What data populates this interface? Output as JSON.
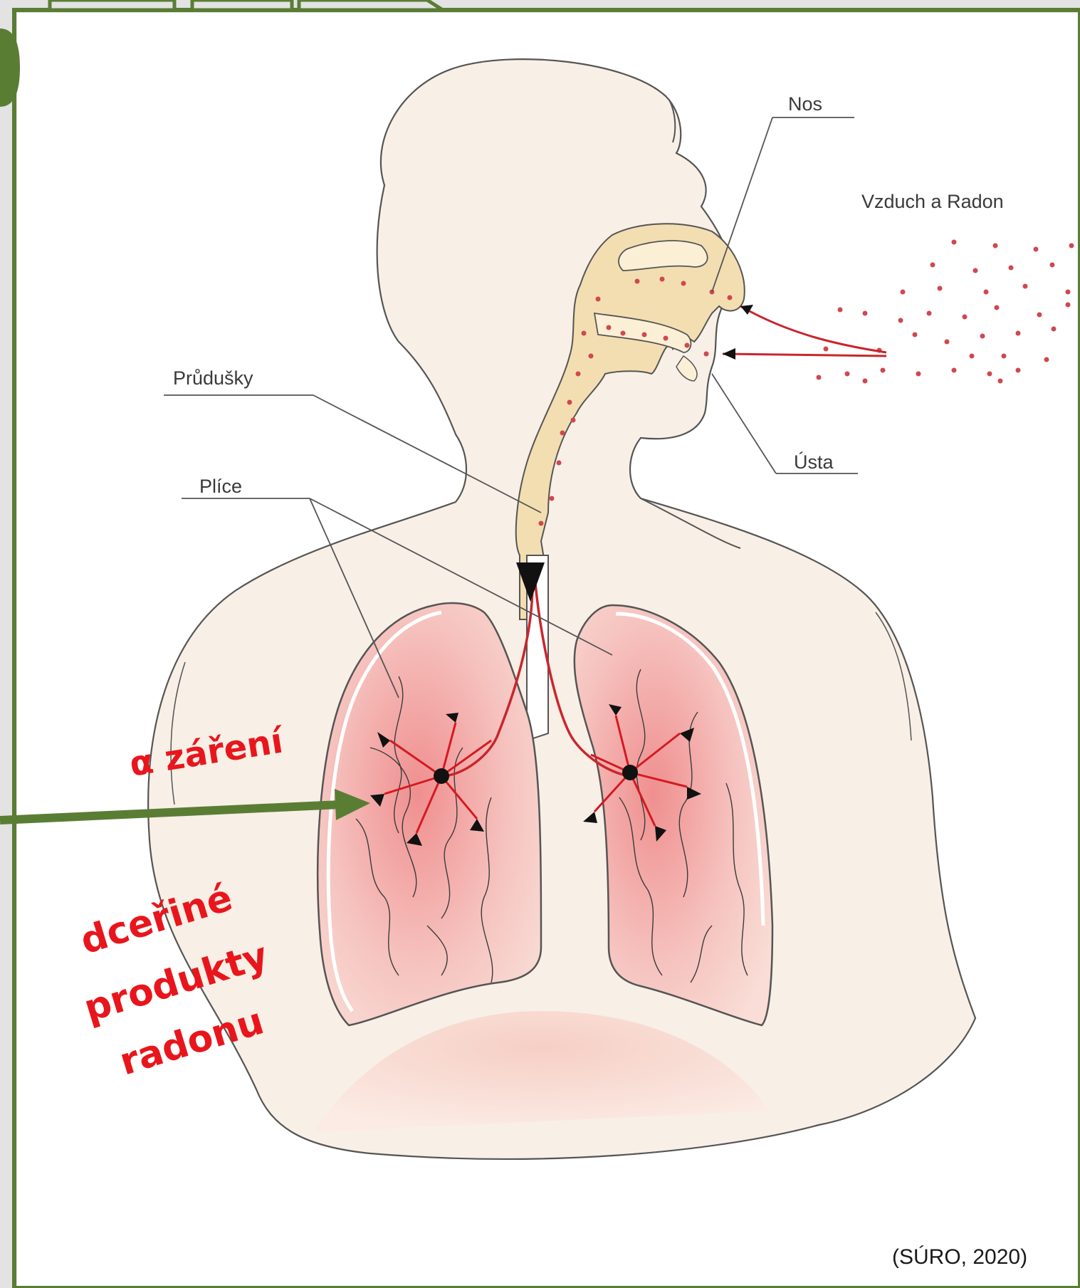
{
  "labels": {
    "nose": "Nos",
    "air_radon": "Vzduch a Radon",
    "bronchi": "Průdušky",
    "mouth": "Ústa",
    "lungs": "Plíce",
    "alpha": "α  záření",
    "daughter_line1": "dceřiné",
    "daughter_line2": "produkty",
    "daughter_line3": "radonu",
    "credit": "(SÚRO, 2020)"
  },
  "colors": {
    "frame": "#5a7d34",
    "background": "#e3e3e3",
    "panel": "#ffffff",
    "skin": "#f8efe6",
    "lung": "#f2b3b0",
    "airway": "#f3deb2",
    "radon_dot": "#d0484f",
    "red_text": "#e8161c",
    "arrow_green": "#5a7d34"
  }
}
